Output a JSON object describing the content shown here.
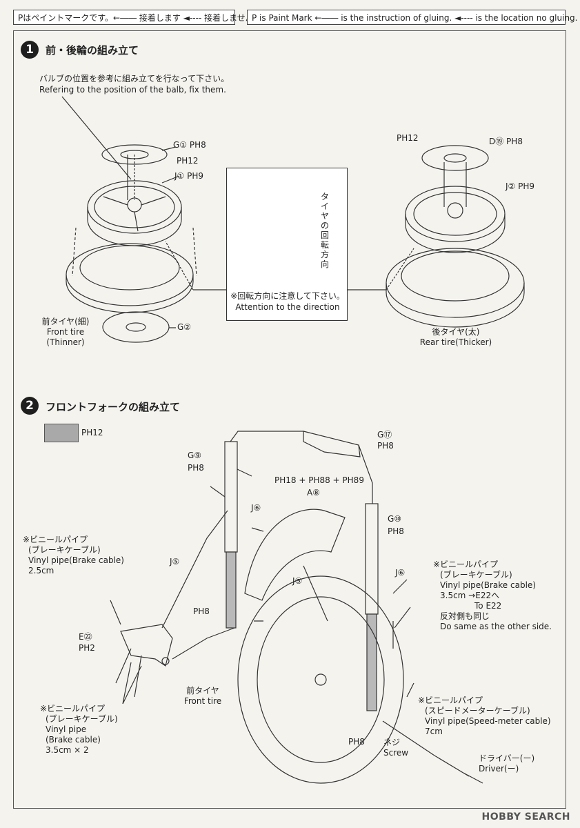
{
  "legend": {
    "jp": "Pはペイントマークです。←―― 接着します ◄---- 接着しません",
    "en": "P is Paint Mark ←―― is the instruction of gluing. ◄---- is the location no gluing."
  },
  "step1": {
    "number": "1",
    "title": "前・後輪の組み立て",
    "valve_note_jp": "バルブの位置を参考に組み立てを行なって下さい。",
    "valve_note_en": "Refering to the position of the balb, fix them.",
    "front_disc_part": "G① PH8",
    "front_disc_paint": "PH12",
    "front_wheel_part": "J① PH9",
    "front_rear_disc_part": "G②",
    "front_tire_jp": "前タイヤ(細)",
    "front_tire_en": "Front tire",
    "front_tire_en2": "(Thinner)",
    "rear_sprocket_paint": "PH12",
    "rear_sprocket_part": "D⑲ PH8",
    "rear_wheel_part": "J② PH9",
    "rear_tire_jp": "後タイヤ(太)",
    "rear_tire_en": "Rear tire(Thicker)",
    "direction_vertical": "タイヤの回転方向",
    "attention_jp": "※回転方向に注意して下さい。",
    "attention_en": "Attention to the direction"
  },
  "step2": {
    "number": "2",
    "title": "フロントフォークの組み立て",
    "swatch_label": "PH12",
    "g17": "G⑰",
    "g17_paint": "PH8",
    "g9": "G⑨",
    "g9_paint": "PH8",
    "mix_paint": "PH18 + PH88 + PH89",
    "a8": "A⑧",
    "g10": "G⑩",
    "g10_paint": "PH8",
    "j6_left": "J⑥",
    "j5_left": "J⑤",
    "j5_mid": "J⑤",
    "j6_right": "J⑥",
    "fork_paint_left": "PH8",
    "fork_paint_right": "PH8",
    "e22": "E㉒",
    "e22_paint": "PH2",
    "vinyl_brake_left_jp1": "※ビニールパイプ",
    "vinyl_brake_left_jp2": "(ブレーキケーブル)",
    "vinyl_brake_left_en": "Vinyl pipe(Brake cable)",
    "vinyl_brake_left_len": "2.5cm",
    "vinyl_brake_right_jp1": "※ビニールパイプ",
    "vinyl_brake_right_jp2": "(ブレーキケーブル)",
    "vinyl_brake_right_en": "Vinyl pipe(Brake cable)",
    "vinyl_brake_right_len": "3.5cm →E22へ",
    "vinyl_brake_right_to": "To E22",
    "vinyl_brake_right_same_jp": "反対側も同じ",
    "vinyl_brake_right_same_en": "Do same as the other side.",
    "vinyl_brake_bottom_jp1": "※ビニールパイプ",
    "vinyl_brake_bottom_jp2": "(ブレーキケーブル)",
    "vinyl_brake_bottom_en1": "Vinyl pipe",
    "vinyl_brake_bottom_en2": "(Brake cable)",
    "vinyl_brake_bottom_len": "3.5cm × 2",
    "front_tire_jp": "前タイヤ",
    "front_tire_en": "Front tire",
    "speedo_jp1": "※ビニールパイプ",
    "speedo_jp2": "(スピードメーターケーブル)",
    "speedo_en": "Vinyl pipe(Speed-meter cable)",
    "speedo_len": "7cm",
    "screw_jp": "ネジ",
    "screw_en": "Screw",
    "driver_jp": "ドライバー(ー)",
    "driver_en": "Driver(ー)"
  },
  "watermark": "HOBBY SEARCH"
}
